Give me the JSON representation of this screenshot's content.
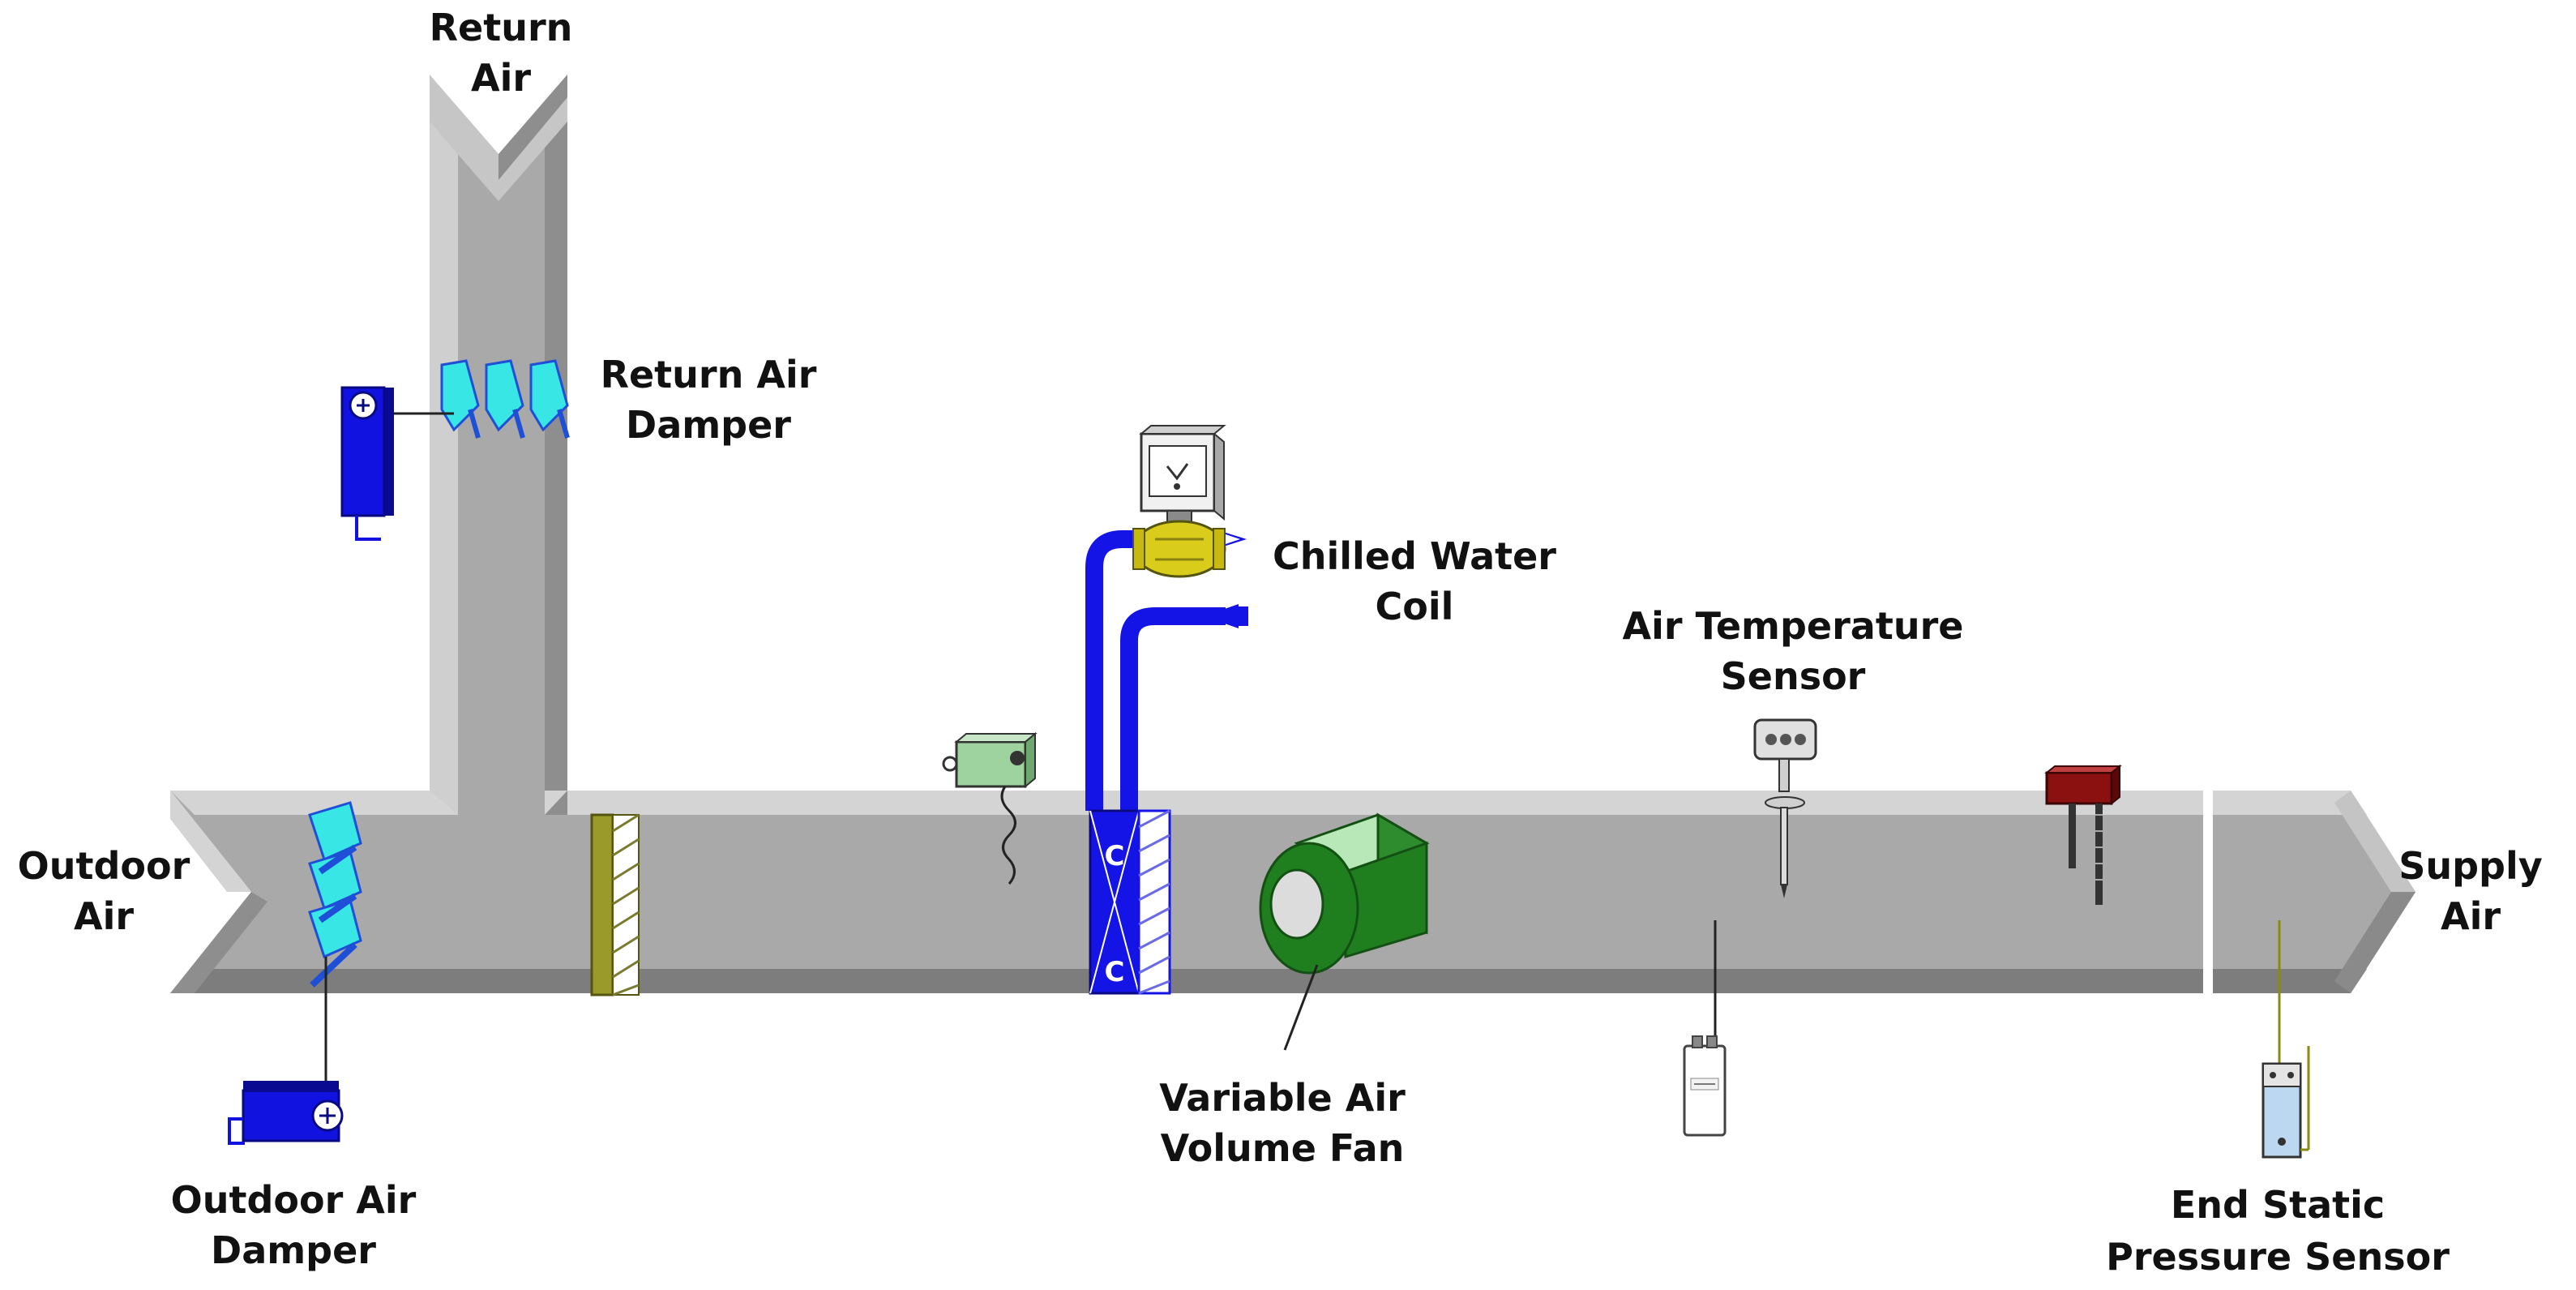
{
  "labels": {
    "return_air": [
      "Return",
      "Air"
    ],
    "return_air_damper": [
      "Return Air",
      "Damper"
    ],
    "outdoor_air": [
      "Outdoor",
      "Air"
    ],
    "outdoor_air_damper": [
      "Outdoor Air",
      "Damper"
    ],
    "chilled_water_coil": [
      "Chilled Water",
      "Coil"
    ],
    "air_temperature_sensor": [
      "Air Temperature",
      "Sensor"
    ],
    "variable_air_volume_fan": [
      "Variable Air",
      "Volume Fan"
    ],
    "supply_air": [
      "Supply",
      "Air"
    ],
    "end_static_pressure_sensor": [
      "End Static",
      "Pressure Sensor"
    ]
  },
  "coil_marks": [
    "C",
    "C"
  ],
  "colors": {
    "duct": "#a9a9a9",
    "duct_light": "#d4d4d4",
    "duct_dark": "#7d7d7d",
    "damper_blade": "#39e6e6",
    "damper_blade_dark": "#1f4fd6",
    "actuator": "#1212e0",
    "pipe": "#1414e6",
    "fan": "#1f7f1f",
    "valve": "#d9cc1a",
    "filter": "#9a9a2a",
    "sensor_red": "#8b1010"
  }
}
